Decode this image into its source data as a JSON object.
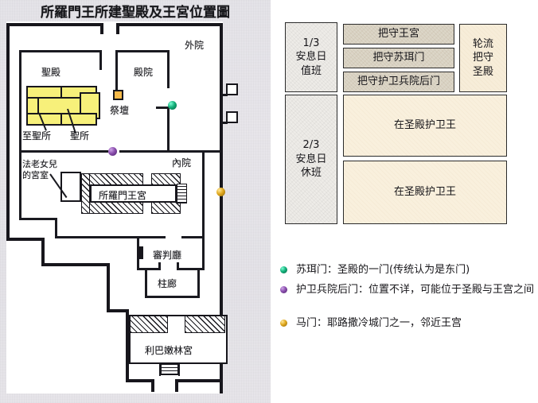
{
  "map": {
    "title": "所羅門王所建聖殿及王宮位置圖",
    "labels": {
      "outer_court": "外院",
      "inner_court": "內院",
      "temple": "聖殿",
      "temple_court": "殿院",
      "holy_of_holies": "至聖所",
      "holy_place": "聖所",
      "altar": "祭壇",
      "pharaoh_daughter_house": "法老女兒\n的宮室",
      "pharaoh_daughter_line1": "法老女兒",
      "pharaoh_daughter_line2": "的宮室",
      "solomon_palace": "所羅門王宮",
      "hall_of_judgment": "審判廳",
      "hall_of_pillars": "柱廊",
      "house_of_forest_lebanon": "利巴嫩林宮"
    },
    "markers": [
      {
        "name": "sur-gate",
        "color": "#13b07a"
      },
      {
        "name": "guardhouse-back-gate",
        "color": "#8b4fae"
      },
      {
        "name": "horse-gate",
        "color": "#e0a81e"
      }
    ]
  },
  "table": {
    "rows": [
      {
        "shift_label_lines": [
          "1/3",
          "安息日",
          "值班"
        ],
        "duties": [
          "把守王宮",
          "把守苏珥门",
          "把守护卫兵院后门"
        ],
        "note_lines": [
          "轮流",
          "把守",
          "圣殿"
        ]
      },
      {
        "shift_label_lines": [
          "2/3",
          "安息日",
          "休班"
        ],
        "duties": [
          "在圣殿护卫王",
          "在圣殿护卫王"
        ]
      }
    ]
  },
  "legend": {
    "items": [
      {
        "dot": "#0f9e6e",
        "text": "苏珥门：圣殿的一门(传统认为是东门)"
      },
      {
        "dot": "#7b4a9e",
        "text": "护卫兵院后门：位置不详，可能位于圣殿与王宫之间"
      },
      {
        "dot": "#d4a02a",
        "text": "马门：耶路撒冷城门之一，邻近王宫"
      }
    ]
  }
}
